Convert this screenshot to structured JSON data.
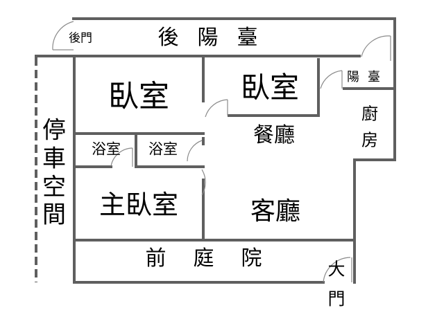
{
  "title": "Floor plan",
  "rooms": {
    "back_door": "後門",
    "back_balcony": "後陽臺",
    "bedroom_1": "臥室",
    "bedroom_2": "臥室",
    "small_balcony": "陽臺",
    "kitchen": "廚房",
    "dining_room": "餐廳",
    "bathroom_1": "浴室",
    "bathroom_2": "浴室",
    "master_bedroom": "主臥室",
    "living_room": "客廳",
    "parking_space": "停車空間",
    "front_yard": "前庭院",
    "main_door": "大門"
  },
  "colors": {
    "wall": "#5f5f5f",
    "door": "#8a8a8a"
  }
}
